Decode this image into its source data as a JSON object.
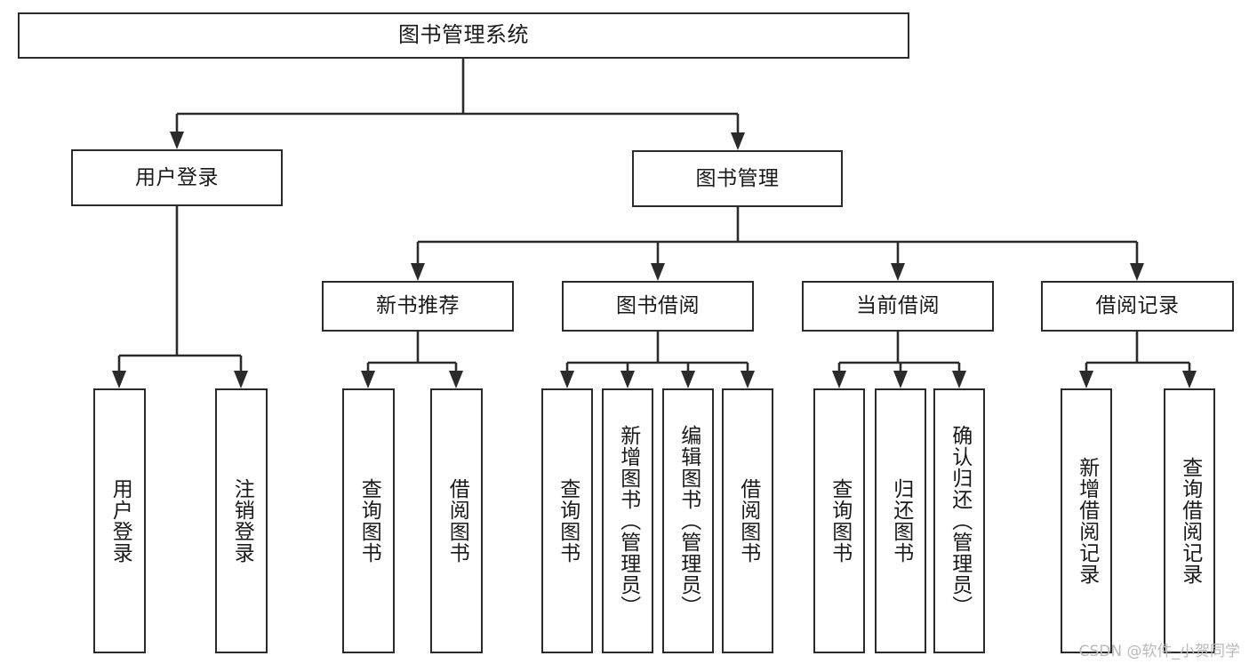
{
  "diagram": {
    "title": "图书管理系统",
    "watermark": "CSDN @软件_小贺同学",
    "stroke_color": "#2b2b2b",
    "background_color": "#ffffff",
    "text_color": "#1a1a1a",
    "type": "tree-hierarchy-diagram",
    "levels": 4
  },
  "nodes": {
    "root": {
      "label": "图书管理系统"
    },
    "level2": [
      {
        "id": "user-login",
        "label": "用户登录"
      },
      {
        "id": "book-management",
        "label": "图书管理"
      }
    ],
    "level3": [
      {
        "id": "new-book-recommend",
        "label": "新书推荐"
      },
      {
        "id": "book-borrow",
        "label": "图书借阅"
      },
      {
        "id": "current-borrow",
        "label": "当前借阅"
      },
      {
        "id": "borrow-record",
        "label": "借阅记录"
      }
    ],
    "leaves": {
      "user_login": [
        {
          "id": "leaf-user-login",
          "label": "用户登录"
        },
        {
          "id": "leaf-logout-login",
          "label": "注销登录"
        }
      ],
      "new_book_recommend": [
        {
          "id": "leaf-query-book-1",
          "label": "查询图书"
        },
        {
          "id": "leaf-borrow-book-1",
          "label": "借阅图书"
        }
      ],
      "book_borrow": [
        {
          "id": "leaf-query-book-2",
          "label": "查询图书"
        },
        {
          "id": "leaf-add-book",
          "label": "新增图书（管理员）"
        },
        {
          "id": "leaf-edit-book",
          "label": "编辑图书（管理员）"
        },
        {
          "id": "leaf-borrow-book-2",
          "label": "借阅图书"
        }
      ],
      "current_borrow": [
        {
          "id": "leaf-query-book-3",
          "label": "查询图书"
        },
        {
          "id": "leaf-return-book",
          "label": "归还图书"
        },
        {
          "id": "leaf-confirm-return",
          "label": "确认归还（管理员）"
        }
      ],
      "borrow_record": [
        {
          "id": "leaf-add-record",
          "label": "新增借阅记录"
        },
        {
          "id": "leaf-query-record",
          "label": "查询借阅记录"
        }
      ]
    }
  }
}
